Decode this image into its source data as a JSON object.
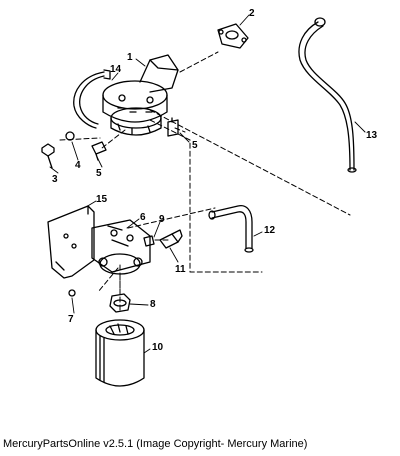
{
  "callouts": [
    {
      "id": "1",
      "label": "1"
    },
    {
      "id": "2",
      "label": "2"
    },
    {
      "id": "3",
      "label": "3"
    },
    {
      "id": "4",
      "label": "4"
    },
    {
      "id": "5a",
      "label": "5"
    },
    {
      "id": "5b",
      "label": "5"
    },
    {
      "id": "6",
      "label": "6"
    },
    {
      "id": "7",
      "label": "7"
    },
    {
      "id": "8",
      "label": "8"
    },
    {
      "id": "9",
      "label": "9"
    },
    {
      "id": "10",
      "label": "10"
    },
    {
      "id": "11",
      "label": "11"
    },
    {
      "id": "12",
      "label": "12"
    },
    {
      "id": "13",
      "label": "13"
    },
    {
      "id": "14",
      "label": "14"
    },
    {
      "id": "15",
      "label": "15"
    }
  ],
  "caption": "MercuryPartsOnline v2.5.1 (Image Copyright- Mercury Marine)"
}
